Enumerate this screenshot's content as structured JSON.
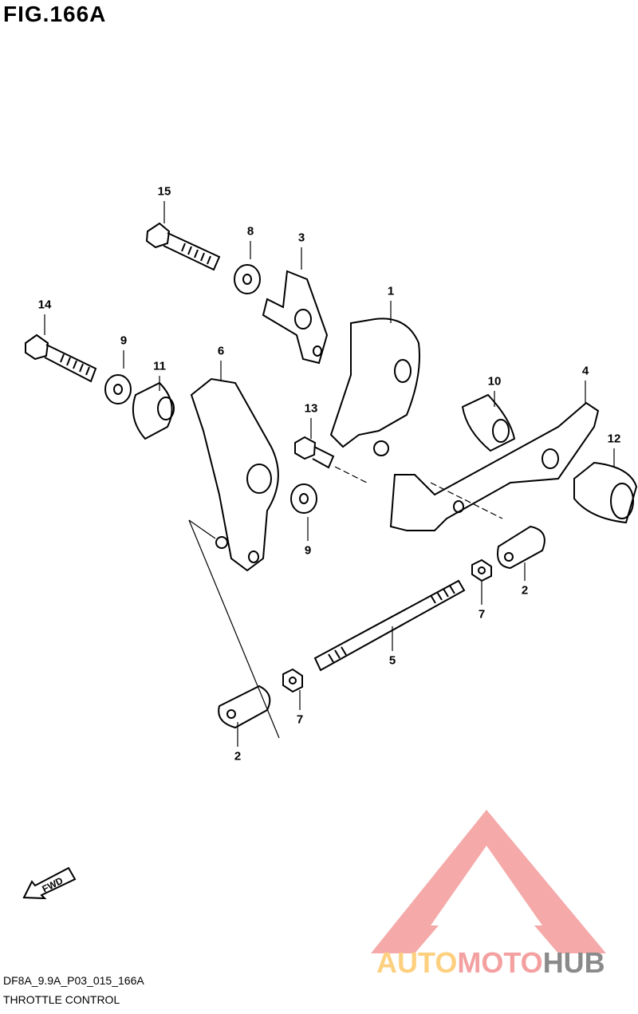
{
  "figure": {
    "title": "FIG.166A"
  },
  "callouts": [
    "15",
    "8",
    "3",
    "1",
    "14",
    "9",
    "11",
    "6",
    "10",
    "4",
    "13",
    "12",
    "9",
    "2",
    "7",
    "5",
    "7",
    "2"
  ],
  "footer": {
    "code": "DF8A_9.9A_P03_015_166A",
    "caption": "THROTTLE CONTROL"
  },
  "fwd_label": "FWD",
  "watermark": {
    "auto": "AUTO",
    "moto": "MOTO",
    "hub": "HUB",
    "colors": {
      "auto": "#fdd080",
      "moto": "#f4a0a0",
      "hub": "#8a8a8a"
    }
  }
}
